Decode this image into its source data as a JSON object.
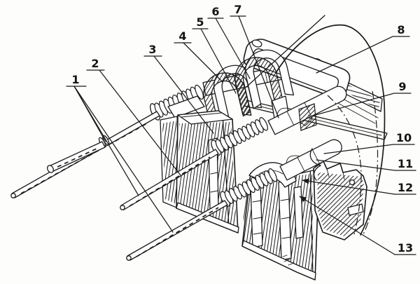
{
  "diagram": {
    "description": "black-and-white technical line drawing of a triple machine-gun mount with numbered part callouts",
    "palette": {
      "background": "#fdfdfb",
      "ink": "#1b1b1b"
    },
    "callouts": [
      {
        "label": "1"
      },
      {
        "label": "2"
      },
      {
        "label": "3"
      },
      {
        "label": "4"
      },
      {
        "label": "5"
      },
      {
        "label": "6"
      },
      {
        "label": "7"
      },
      {
        "label": "8"
      },
      {
        "label": "9"
      },
      {
        "label": "10"
      },
      {
        "label": "11"
      },
      {
        "label": "12"
      },
      {
        "label": "13"
      }
    ]
  }
}
